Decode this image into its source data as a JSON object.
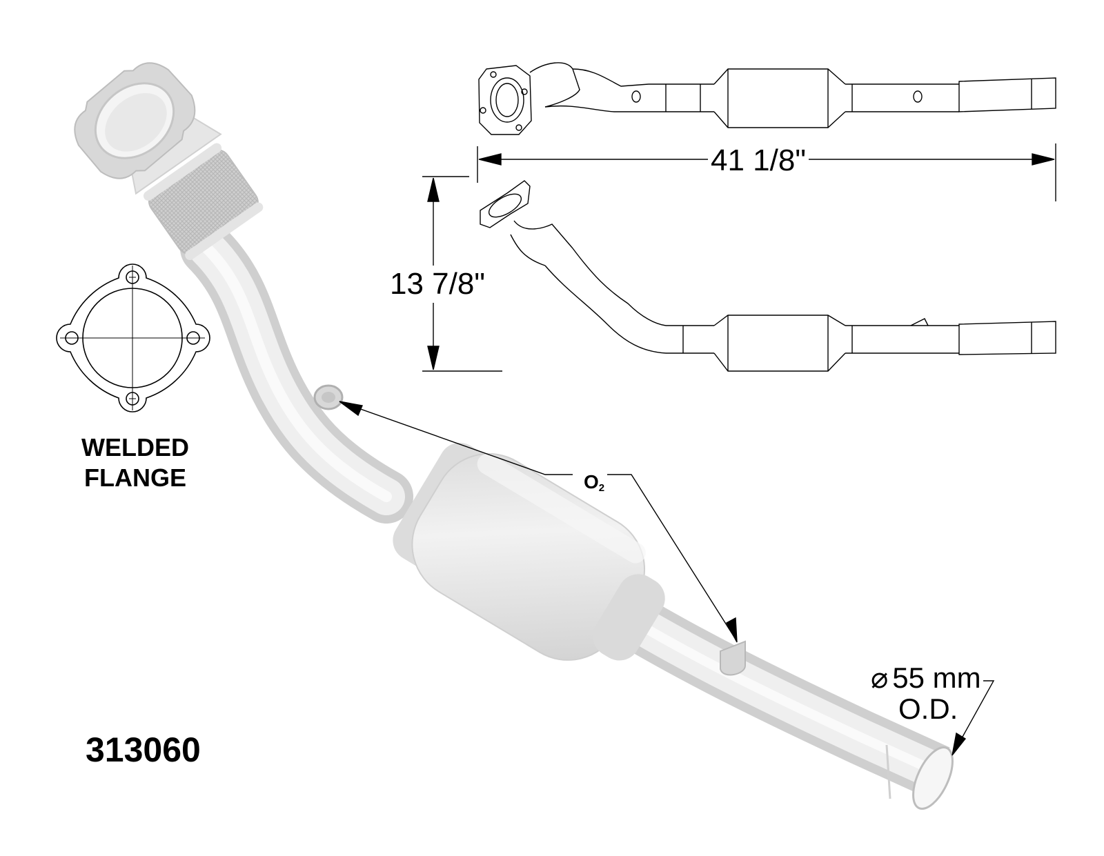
{
  "part_number": "313060",
  "flange_label": {
    "line1": "WELDED",
    "line2": "FLANGE"
  },
  "dimensions": {
    "length": "41 1/8\"",
    "height": "13 7/8\""
  },
  "sensor_label": {
    "symbol": "O",
    "subscript": "2"
  },
  "outlet": {
    "diameter_symbol": "⌀",
    "diameter": "55 mm",
    "note": "O.D."
  },
  "colors": {
    "part_fill": "#e8e8e8",
    "part_shade": "#d4d4d4",
    "outline": "#000000",
    "mesh": "#c8c8c8"
  }
}
